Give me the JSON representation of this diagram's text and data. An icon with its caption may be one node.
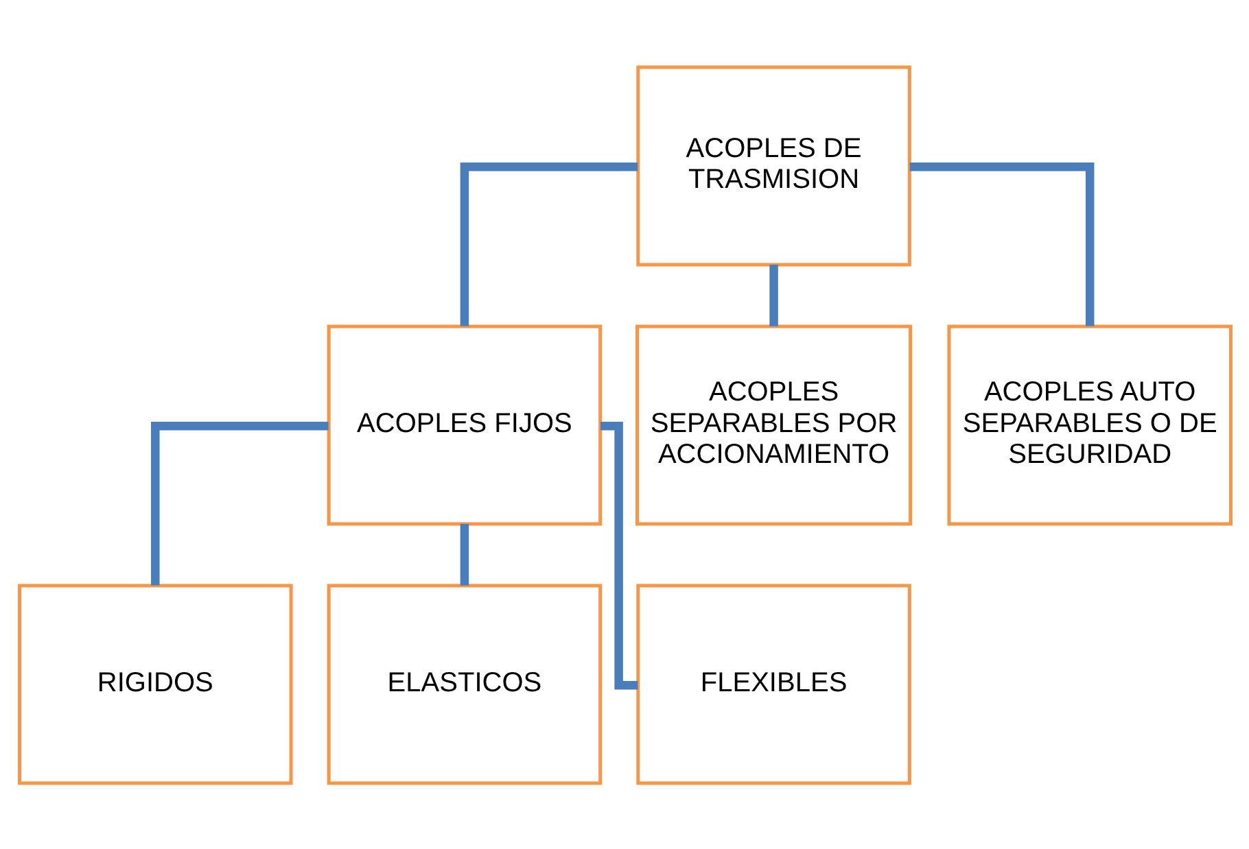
{
  "diagram": {
    "nodes": [
      {
        "text": [
          "ACOPLES DE TRASMISION"
        ]
      },
      {
        "text": [
          "ACOPLES FIJOS"
        ]
      },
      {
        "text": [
          "ACOPLES SEPARABLES POR ACCIONAMIENTO"
        ]
      },
      {
        "text": [
          "ACOPLES AUTO SEPARABLES O DE SEGURIDAD"
        ]
      },
      {
        "text": [
          "RIGIDOS"
        ]
      },
      {
        "text": [
          "ELASTICOS"
        ]
      },
      {
        "text": [
          "FLEXIBLES"
        ]
      }
    ],
    "edges": [
      {
        "from": 0,
        "to": 1,
        "arrow": "none"
      },
      {
        "from": 0,
        "to": 2,
        "arrow": "none"
      },
      {
        "from": 0,
        "to": 3,
        "arrow": "none"
      },
      {
        "from": 1,
        "to": 4,
        "arrow": "none"
      },
      {
        "from": 1,
        "to": 5,
        "arrow": "none"
      },
      {
        "from": 1,
        "to": 6,
        "arrow": "none"
      }
    ]
  }
}
